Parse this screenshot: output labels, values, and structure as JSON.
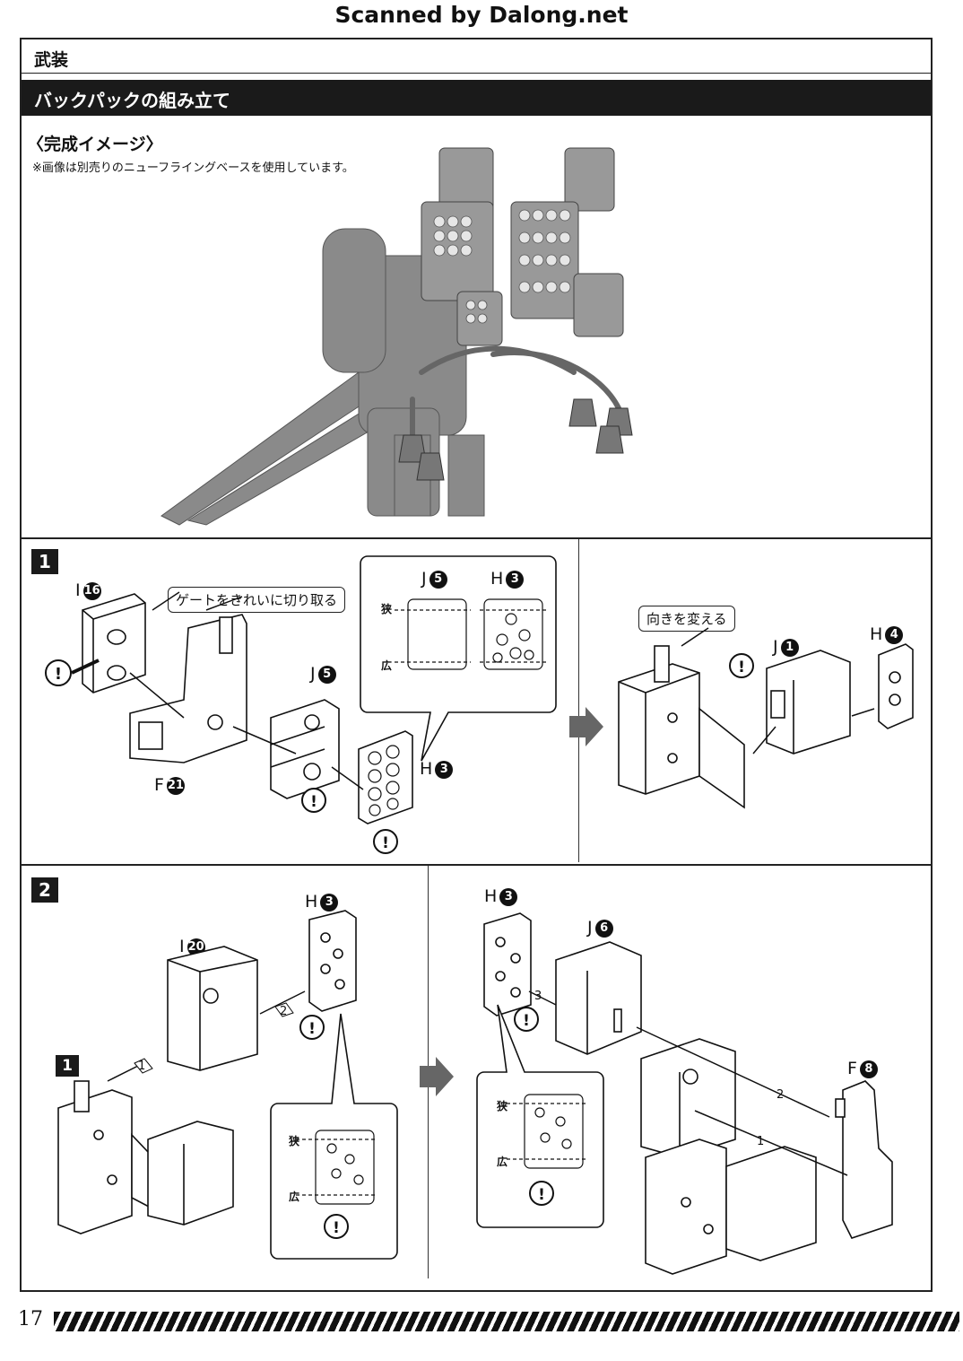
{
  "scan_banner": "Scanned by Dalong.net",
  "section": {
    "title": "武装",
    "subtitle": "バックパックの組み立て"
  },
  "completion": {
    "caption": "〈完成イメージ〉",
    "note": "※画像は別売りのニューフライングベースを使用しています。"
  },
  "steps": [
    {
      "number": "1",
      "callouts": {
        "gate": "ゲートをきれいに切り取る",
        "turn": "向きを変える"
      },
      "parts": {
        "i": {
          "letter": "I",
          "num": "16"
        },
        "f": {
          "letter": "F",
          "num": "21"
        },
        "j5": {
          "letter": "J",
          "num": "5"
        },
        "h3": {
          "letter": "H",
          "num": "3"
        },
        "j5_zoom": {
          "letter": "J",
          "num": "5"
        },
        "h3_zoom": {
          "letter": "H",
          "num": "3"
        },
        "j1": {
          "letter": "J",
          "num": "1"
        },
        "h4": {
          "letter": "H",
          "num": "4"
        }
      },
      "sides": {
        "narrow": "狭",
        "wide": "広"
      }
    },
    {
      "number": "2",
      "parts": {
        "h3a": {
          "letter": "H",
          "num": "3"
        },
        "i20": {
          "letter": "I",
          "num": "20"
        },
        "h3b": {
          "letter": "H",
          "num": "3"
        },
        "j6": {
          "letter": "J",
          "num": "6"
        },
        "f8": {
          "letter": "F",
          "num": "8"
        }
      },
      "ref_step": "1",
      "order": [
        "1",
        "2",
        "3"
      ],
      "sides": {
        "narrow": "狭",
        "wide": "広"
      }
    }
  ],
  "page_number": "17",
  "icons": [
    "caution-icon",
    "arrow-right-icon"
  ]
}
